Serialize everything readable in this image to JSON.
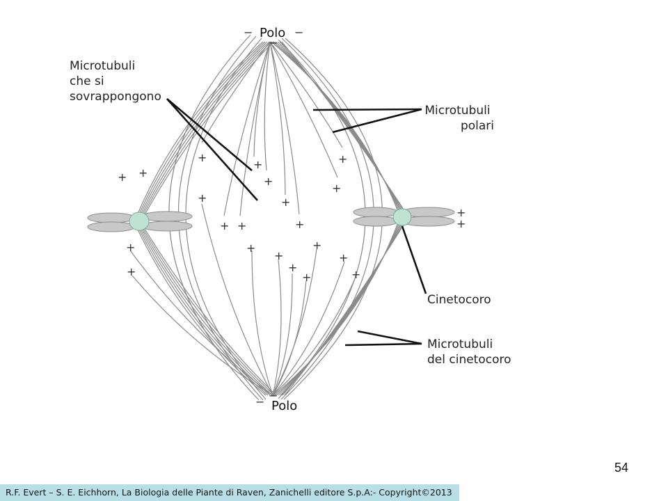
{
  "diagram": {
    "pole_top": "Polo",
    "pole_bottom": "Polo",
    "pole_sign": "−",
    "plus_sign": "+",
    "label_overlapping": [
      "Microtubuli",
      "che si",
      "sovrappongono"
    ],
    "label_polar": [
      "Microtubuli",
      "polari"
    ],
    "label_kinetochore": "Cinetocoro",
    "label_kinetochore_mt": [
      "Microtubuli",
      "del cinetocoro"
    ],
    "colors": {
      "microtubule": "#8a8a8a",
      "leader_line": "#111111",
      "chromosome": "#c8c8c8",
      "kinetochore": "#bfe3d2"
    }
  },
  "slide": {
    "number": "54",
    "footer": "R.F. Evert – S. E. Eichhorn, La Biologia delle Piante di Raven, Zanichelli editore S.p.A:- Copyright©2013",
    "footer_color": "#b9dfe6"
  }
}
